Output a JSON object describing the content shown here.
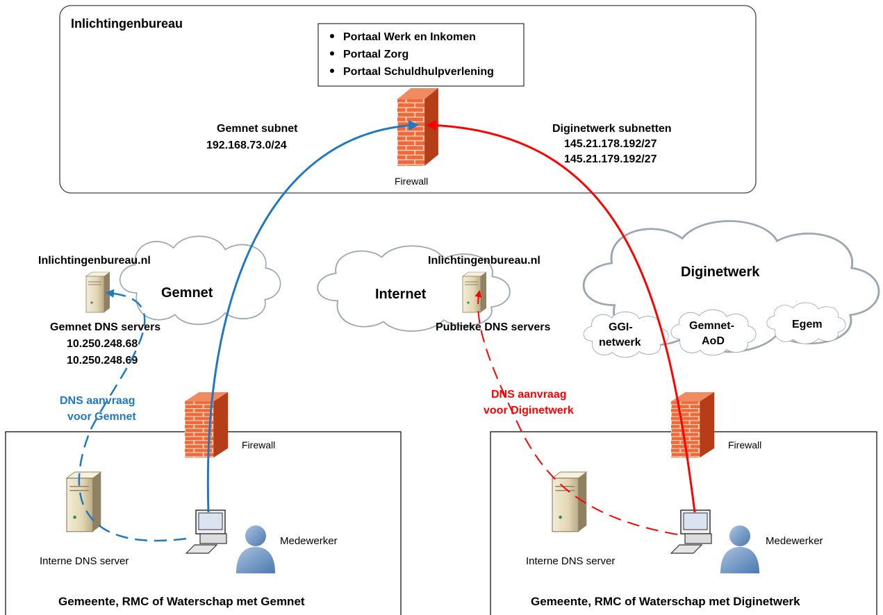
{
  "top_box": {
    "title": "Inlichtingenbureau",
    "portals": [
      "Portaal Werk en Inkomen",
      "Portaal Zorg",
      "Portaal Schuldhulpverlening"
    ],
    "firewall_label": "Firewall",
    "gemnet_subnet": {
      "title": "Gemnet subnet",
      "range": "192.168.73.0/24"
    },
    "diginetwerk_subnets": {
      "title": "Diginetwerk subnetten",
      "ranges": [
        "145.21.178.192/27",
        "145.21.179.192/27"
      ]
    }
  },
  "clouds": {
    "gemnet": "Gemnet",
    "internet": "Internet",
    "diginetwerk": "Diginetwerk",
    "sub_networks": [
      "GGI-",
      "netwerk",
      "Gemnet-",
      "AoD",
      "Egem"
    ]
  },
  "gemnet_dns": {
    "domain": "Inlichtingenbureau.nl",
    "title": "Gemnet DNS servers",
    "ips": [
      "10.250.248.68",
      "10.250.248.69"
    ]
  },
  "public_dns": {
    "domain": "Inlichtingenbureau.nl",
    "title": "Publieke DNS servers"
  },
  "dns_requests": {
    "gemnet": [
      "DNS aanvraag",
      "voor Gemnet"
    ],
    "diginetwerk": [
      "DNS aanvraag",
      "voor Diginetwerk"
    ]
  },
  "left_site": {
    "firewall_label": "Firewall",
    "dns_label": "Interne DNS server",
    "user_label": "Medewerker",
    "caption": "Gemeente, RMC of Waterschap met Gemnet"
  },
  "right_site": {
    "firewall_label": "Firewall",
    "dns_label": "Interne DNS server",
    "user_label": "Medewerker",
    "caption": "Gemeente, RMC of Waterschap met Diginetwerk"
  },
  "colors": {
    "gemnet": "#1f78c1",
    "diginetwerk": "#ff0000",
    "firewall": "#e8572a"
  }
}
